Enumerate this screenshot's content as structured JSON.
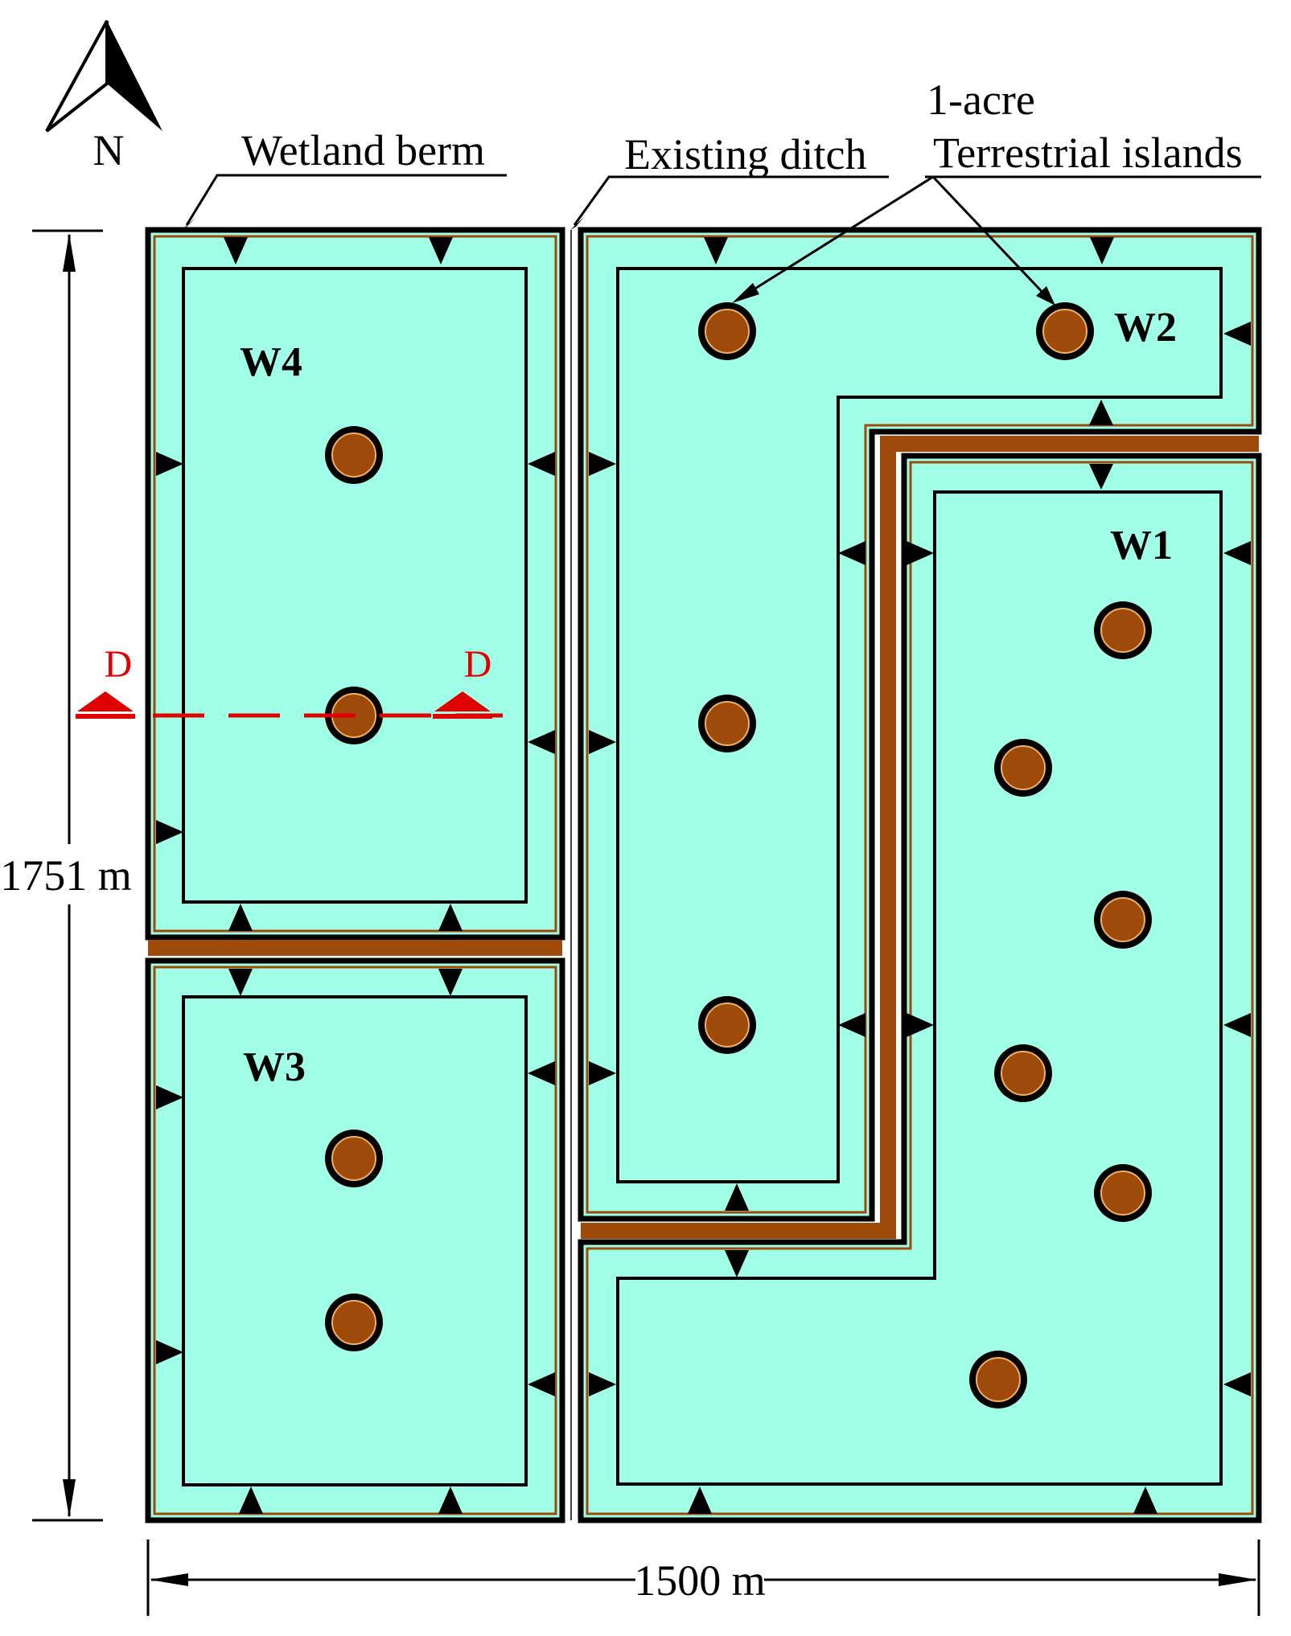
{
  "north_label": "N",
  "labels": {
    "wetland_berm": "Wetland berm",
    "existing_ditch": "Existing ditch",
    "islands_line1": "1-acre",
    "islands_line2": "Terrestrial islands"
  },
  "wetlands": {
    "w1": "W1",
    "w2": "W2",
    "w3": "W3",
    "w4": "W4"
  },
  "section_marker": "D",
  "dimensions": {
    "height": "1751 m",
    "width": "1500 m"
  },
  "colors": {
    "water": "#a0ffe6",
    "berm": "#9e4a0a",
    "island": "#9e4a0a",
    "section": "#e00000",
    "outline": "#000000"
  }
}
